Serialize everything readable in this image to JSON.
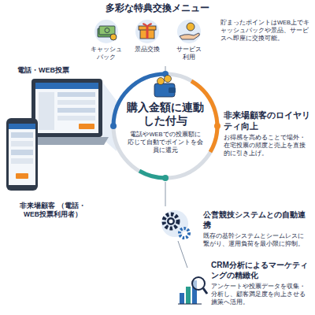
{
  "diagram": {
    "title": "多彩な特典交換メニュー",
    "nodes": [
      {
        "text": [
          "購入金額に連動した付与",
          "電話やWEBでの投票額に応じて自動でポイントを会員に還元"
        ]
      }
    ],
    "labels": [
      "キャッシュ バック",
      "景品交換",
      "サービス 利用",
      "貯まったポイントはWEB上でキャッシュバックや景品、サービスへ即座に交換可能。",
      "電話・WEB投票",
      "非来場顧客 （電話・WEB投票利用者）",
      "非来場顧客のロイヤリティ向上",
      "お得感を高めることで場外・在宅投票の頻度と売上を直接的に引き上げ。",
      "公営競技システムとの自動連携",
      "既存の基幹システムとシームレスに繋がり、運用負荷を最小限に抑制。",
      "CRM分析によるマーケティングの精緻化",
      "アンケートや投票データを収集・分析し、顧客満足度を向上させる施策へ活用。"
    ]
  }
}
